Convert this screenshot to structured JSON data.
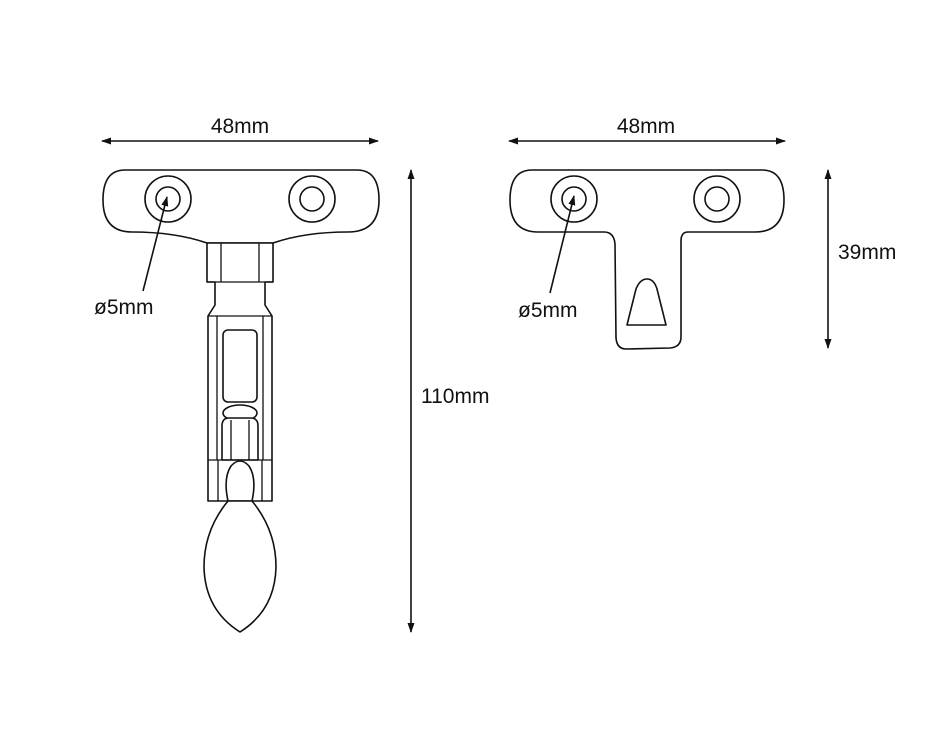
{
  "drawing": {
    "colors": {
      "line": "#111111",
      "background": "#ffffff"
    },
    "left_view": {
      "width_label": "48mm",
      "height_label": "110mm",
      "hole_label": "ø5mm"
    },
    "right_view": {
      "width_label": "48mm",
      "height_label": "39mm",
      "hole_label": "ø5mm"
    }
  }
}
